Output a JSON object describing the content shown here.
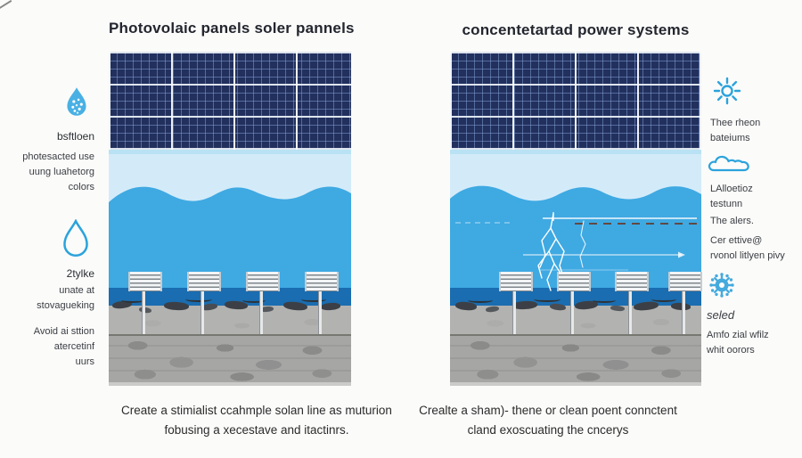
{
  "titles": {
    "left": "Photovolaic panels soler pannels",
    "right": "concentetartad power systems"
  },
  "left_sidebar": {
    "icon1": "dotted-droplet-icon",
    "label1": "bsftloen",
    "note1": [
      "photesacted use",
      "uung luahetorg",
      "colors"
    ],
    "icon2": "droplet-outline-icon",
    "label2": "2tylke",
    "note2": [
      "unate at",
      "stovagueking"
    ],
    "note3": [
      "Avoid ai sttion",
      "atercetinf",
      "uurs"
    ]
  },
  "right_sidebar": {
    "icon1": "sun-outline-icon",
    "note1": [
      "Thee rheon",
      "bateiums"
    ],
    "icon2": "cloud-outline-icon",
    "note2": [
      "LAlloetioz",
      "testunn"
    ],
    "note3": "The alers.",
    "note4": [
      "Cer ettive@",
      "rvonol litlyen pivy"
    ],
    "icon3": "spiky-sun-icon",
    "label3": "seled",
    "note5": [
      "Amfo zial wfilz",
      "whit oorors"
    ]
  },
  "captions": {
    "left": [
      "Create a stimialist ccahmple solan line as muturion",
      "fobusing a xecestave and itactinrs."
    ],
    "right": [
      "Crealte a sham)- thene or clean poent connctent",
      "cland exoscuating the cncerys"
    ]
  },
  "colors": {
    "background": "#fbfbfa",
    "panel_navy": "#22305e",
    "sky": "#d3ebf9",
    "water": "#3fa9e2",
    "dark_water_band": "#1a6db0",
    "ground_gray": "#a6a6a4",
    "icon_blue": "#2ba3dc",
    "dotted_droplet_fill": "#49b0e4",
    "dashed_line_red": "#6d473e",
    "text_dark": "#23262e"
  }
}
